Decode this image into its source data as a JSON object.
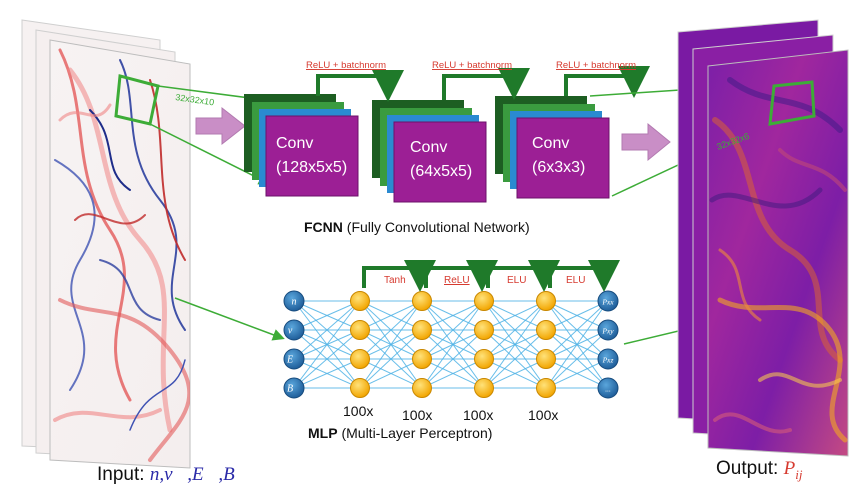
{
  "input_label": {
    "prefix": "Input: ",
    "vars": "n,v⃗,E⃗,B⃗"
  },
  "output_label": {
    "prefix": "Output: ",
    "symbol": "P",
    "sub": "ij"
  },
  "patch_in": "32x32x10",
  "patch_out": "32x32x6",
  "fcnn": {
    "title_bold": "FCNN",
    "title_rest": " (Fully Convolutional Network)",
    "activation": "ReLU + batchnorm",
    "blocks": [
      {
        "name": "Conv",
        "dims": "(128x5x5)"
      },
      {
        "name": "Conv",
        "dims": "(64x5x5)"
      },
      {
        "name": "Conv",
        "dims": "(6x3x3)"
      }
    ]
  },
  "mlp": {
    "title_bold": "MLP",
    "title_rest": " (Multi-Layer Perceptron)",
    "activations": [
      "Tanh",
      "ReLU",
      "ELU",
      "ELU"
    ],
    "layer_sizes": [
      "100x",
      "100x",
      "100x",
      "100x"
    ],
    "inputs": [
      "n",
      "v⃗",
      "E⃗",
      "B⃗"
    ],
    "outputs": [
      "Pxx",
      "Pxy",
      "Pxz",
      "..."
    ]
  },
  "colors": {
    "accent_red": "#d63a2f",
    "arrow_green": "#1f7a2a",
    "link_green": "#3dac37",
    "conv_magenta": "#9c1f95",
    "node_orange": "#f2b705",
    "node_blue": "#2b7bb9",
    "math_blue": "#2a2aa8",
    "big_arrow": "#c98ec6"
  }
}
